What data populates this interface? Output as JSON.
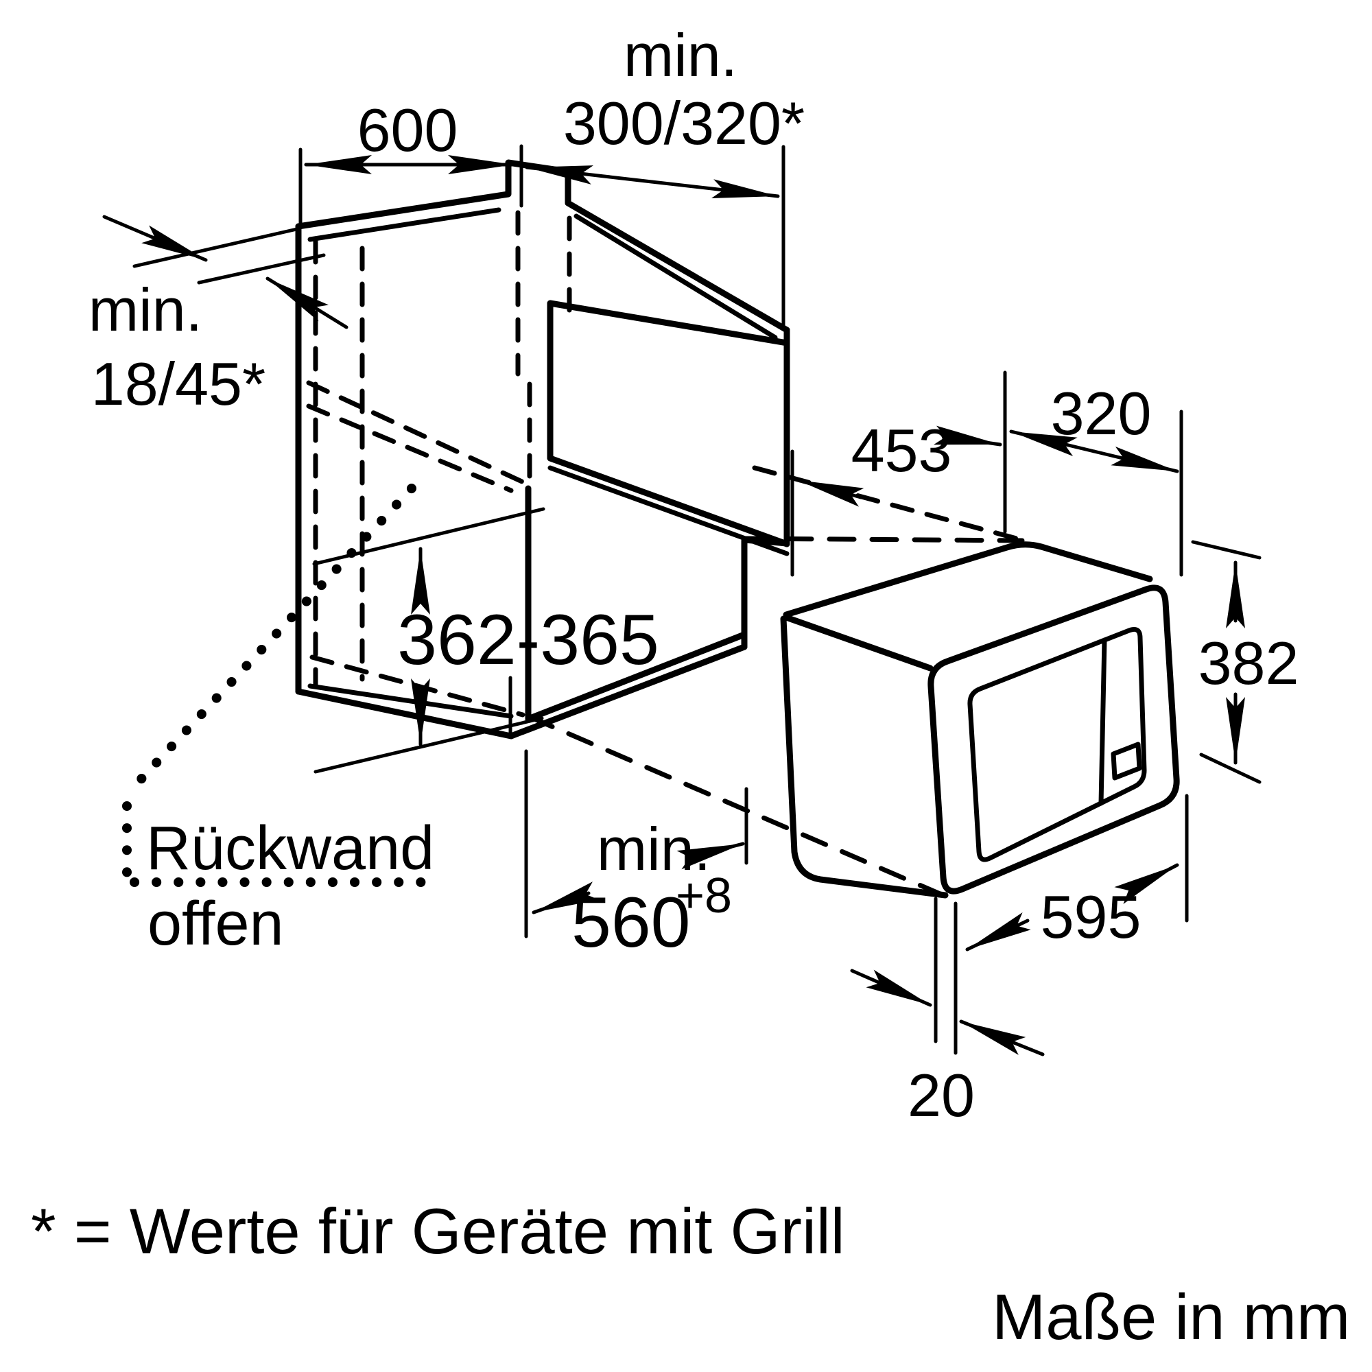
{
  "diagram": {
    "type": "installation-dimension-drawing",
    "units_note": "Maße in mm",
    "footnote": "* = Werte für Geräte mit Grill",
    "dimensions": {
      "min_prefix": "min.",
      "cabinet_width": "600",
      "top_niche_depth": "300/320*",
      "wall_thickness": "18/45*",
      "niche_height": "362-365",
      "niche_width": "560",
      "niche_width_tolerance": "+8",
      "appliance_depth": "453",
      "appliance_top_depth": "320",
      "appliance_height": "382",
      "appliance_width": "595",
      "front_gap": "20"
    },
    "annotations": {
      "back_wall_line1": "Rückwand",
      "back_wall_line2": "offen"
    },
    "colors": {
      "line": "#000000",
      "background": "#ffffff"
    }
  }
}
